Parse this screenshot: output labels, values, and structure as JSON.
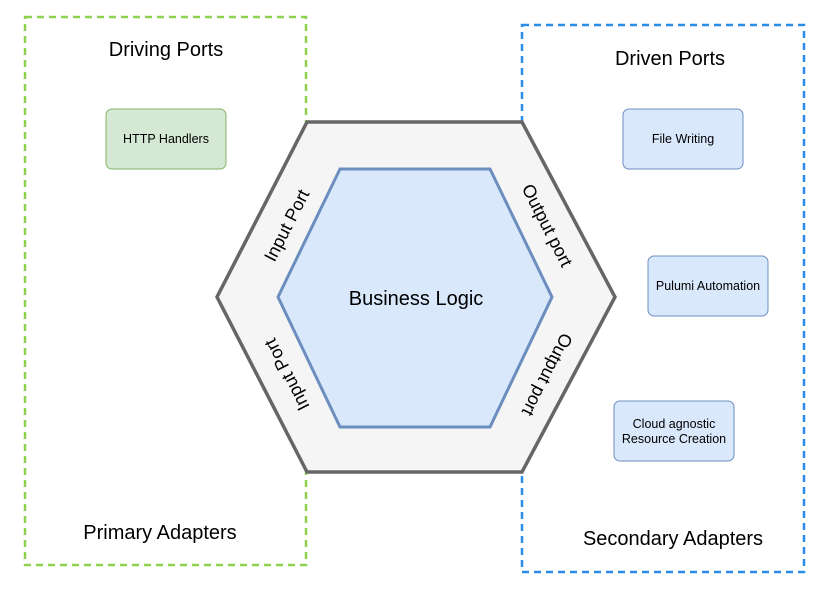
{
  "left_group": {
    "title": "Driving Ports",
    "footer": "Primary Adapters",
    "border_color": "#8fd14f",
    "adapters": [
      {
        "label": "HTTP Handlers",
        "fill": "#d5e8d4",
        "stroke": "#82b366"
      }
    ]
  },
  "right_group": {
    "title": "Driven Ports",
    "footer": "Secondary Adapters",
    "border_color": "#2a8ee8",
    "adapters": [
      {
        "lines": [
          "File Writing"
        ],
        "fill": "#dae8fc",
        "stroke": "#6c8ebf"
      },
      {
        "lines": [
          "Pulumi Automation"
        ],
        "fill": "#dae8fc",
        "stroke": "#6c8ebf"
      },
      {
        "lines": [
          "Cloud agnostic",
          "Resource Creation"
        ],
        "fill": "#dae8fc",
        "stroke": "#6c8ebf"
      }
    ]
  },
  "hexagon": {
    "outer_fill": "#f5f5f5",
    "outer_stroke": "#666666",
    "inner_fill": "#dae8fc",
    "inner_stroke": "#6c8ebf",
    "center_label": "Business Logic",
    "ports": {
      "input_top": "Input Port",
      "input_bottom": "Input Port",
      "output_top": "Output port",
      "output_bottom": "Output port"
    }
  }
}
